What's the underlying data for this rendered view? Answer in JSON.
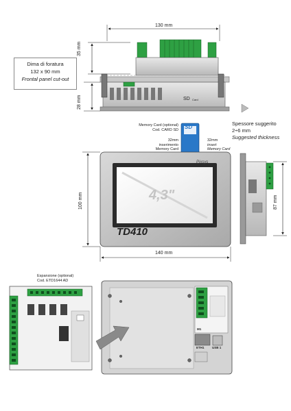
{
  "cutout_box": {
    "line1": "Dima di foratura",
    "line2": "132 x 90 mm",
    "line3": "Frontal panel cut-out"
  },
  "top_view": {
    "width_label": "130 mm",
    "height_label": "35 mm",
    "depth_label": "28 mm",
    "sd_label": "SD",
    "sd_sub_label": "Card"
  },
  "thickness": {
    "line1": "Spessore suggerito",
    "line2": "2÷6 mm",
    "line3": "Suggested thickness"
  },
  "memory_card": {
    "line1": "Memory Card  (optional)",
    "line2": "Cod. CARD SD",
    "card_text": "SD",
    "left_l1": "32mm",
    "left_l2": "inserimento",
    "left_l3": "Memory Card",
    "right_l1": "32mm",
    "right_l2": "insert",
    "right_l3": "Memory Card"
  },
  "front_view": {
    "height_label": "100 mm",
    "width_label": "140 mm",
    "screen_text": "4,3\"",
    "brand_text": "TD410",
    "logo_text": "Pixsys"
  },
  "side_view": {
    "height_label": "87 mm"
  },
  "expansion": {
    "line1": "Espansione  (optional)",
    "line2": "Cod. ETD1644 AD"
  },
  "rear_view": {
    "eth_label": "ETH1",
    "usb_label": "USB 1",
    "aux_label": "M1"
  }
}
